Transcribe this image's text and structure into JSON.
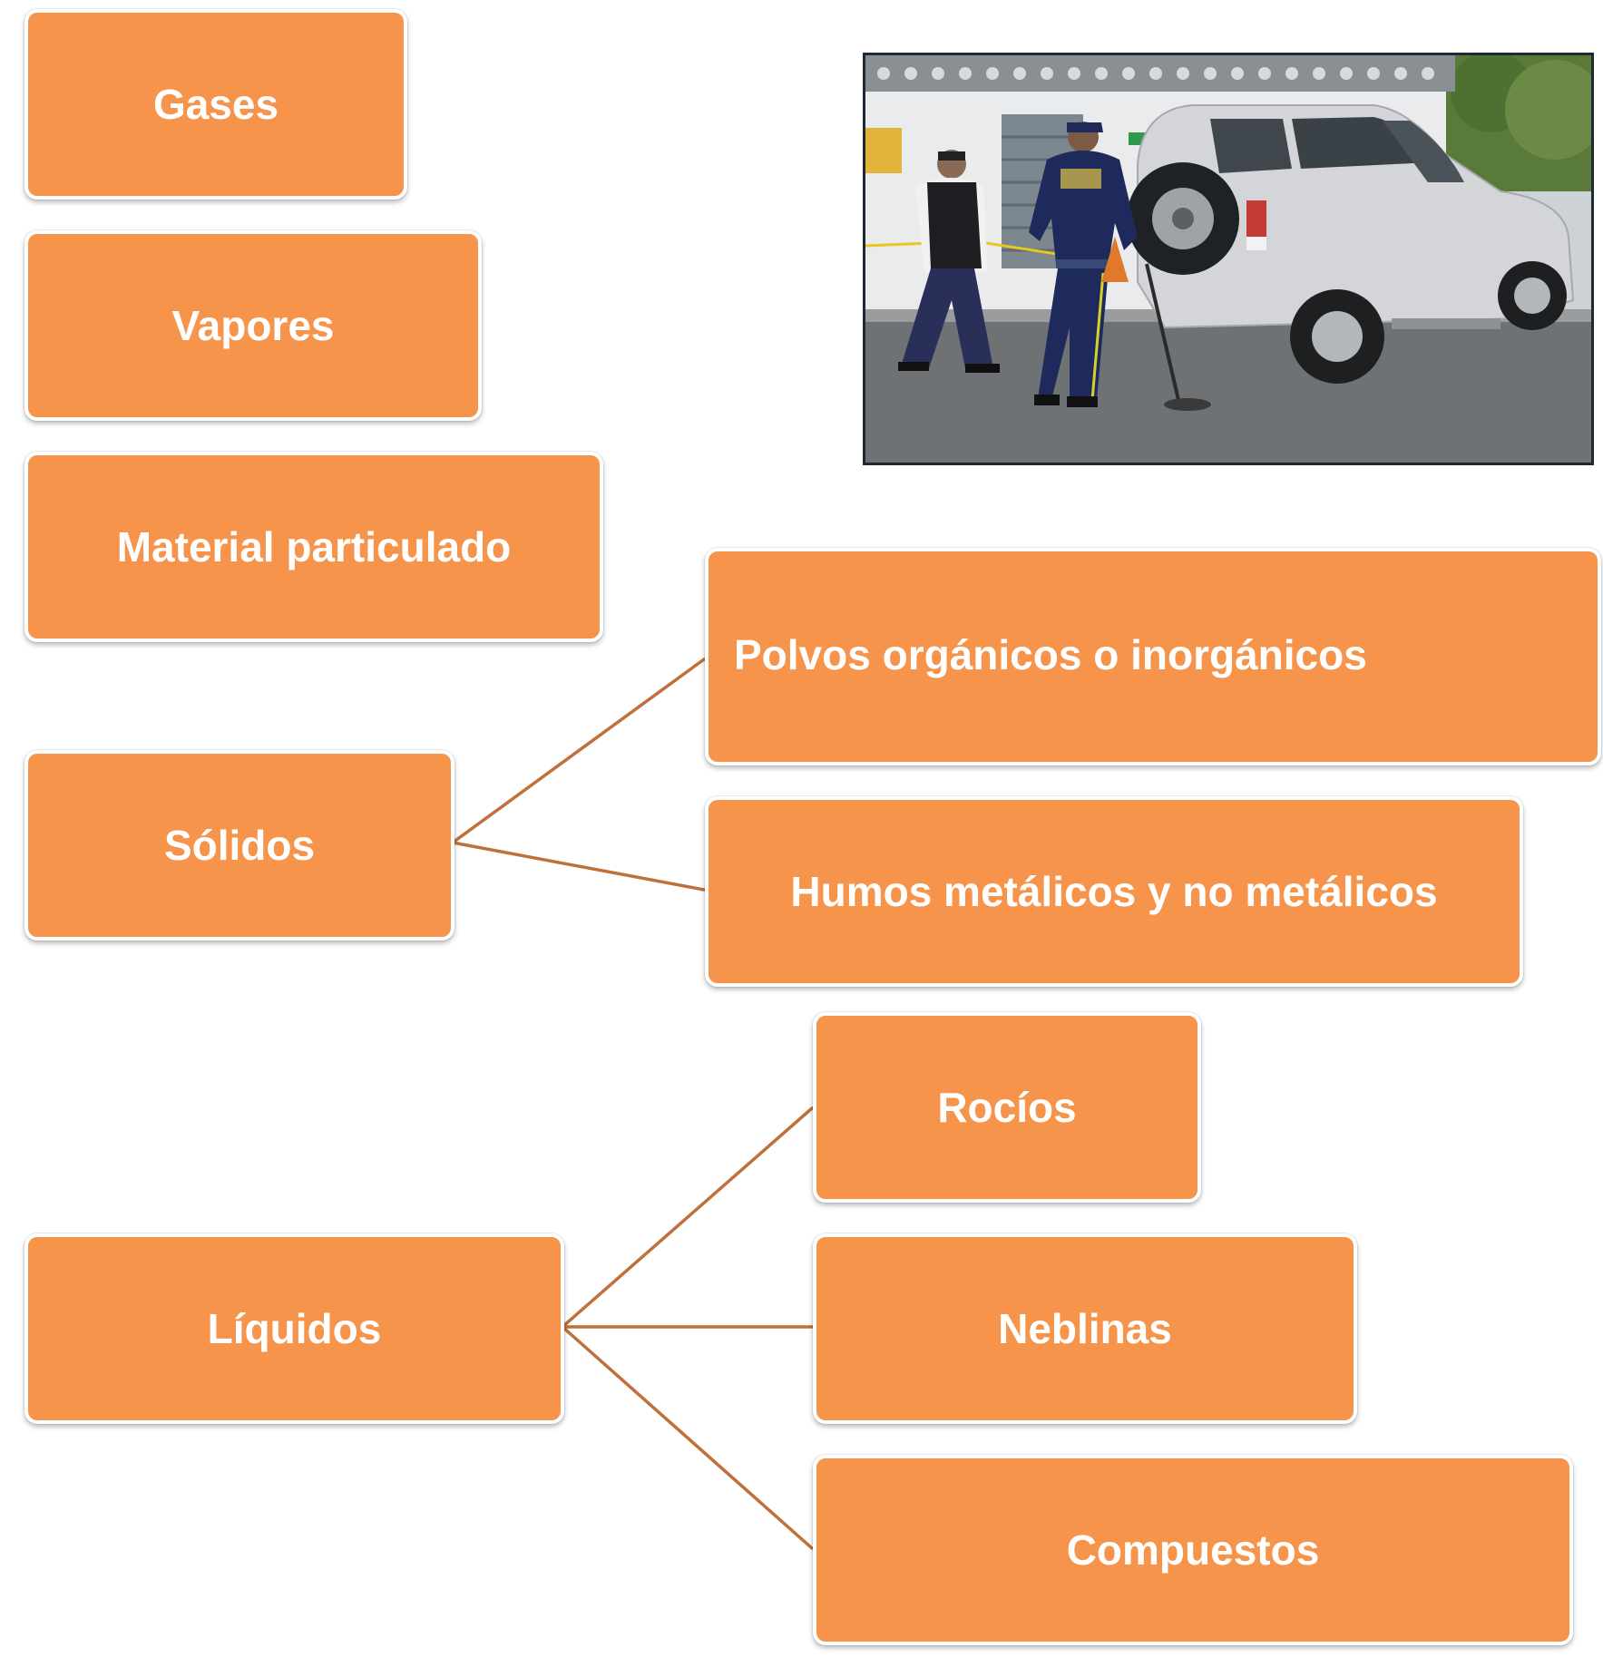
{
  "nodes": {
    "gases": "Gases",
    "vapores": "Vapores",
    "material_particulado": "Material particulado",
    "solidos": "Sólidos",
    "polvos": "Polvos orgánicos o inorgánicos",
    "humos": "Humos metálicos y no metálicos",
    "liquidos": "Líquidos",
    "rocios": "Rocíos",
    "neblinas": "Neblinas",
    "compuestos": "Compuestos"
  },
  "colors": {
    "node_fill": "#f5944a",
    "connector": "#c0703a",
    "photo_border": "#1d2a36"
  },
  "photo": {
    "description_icon": "vehicle-inspection-photo"
  }
}
